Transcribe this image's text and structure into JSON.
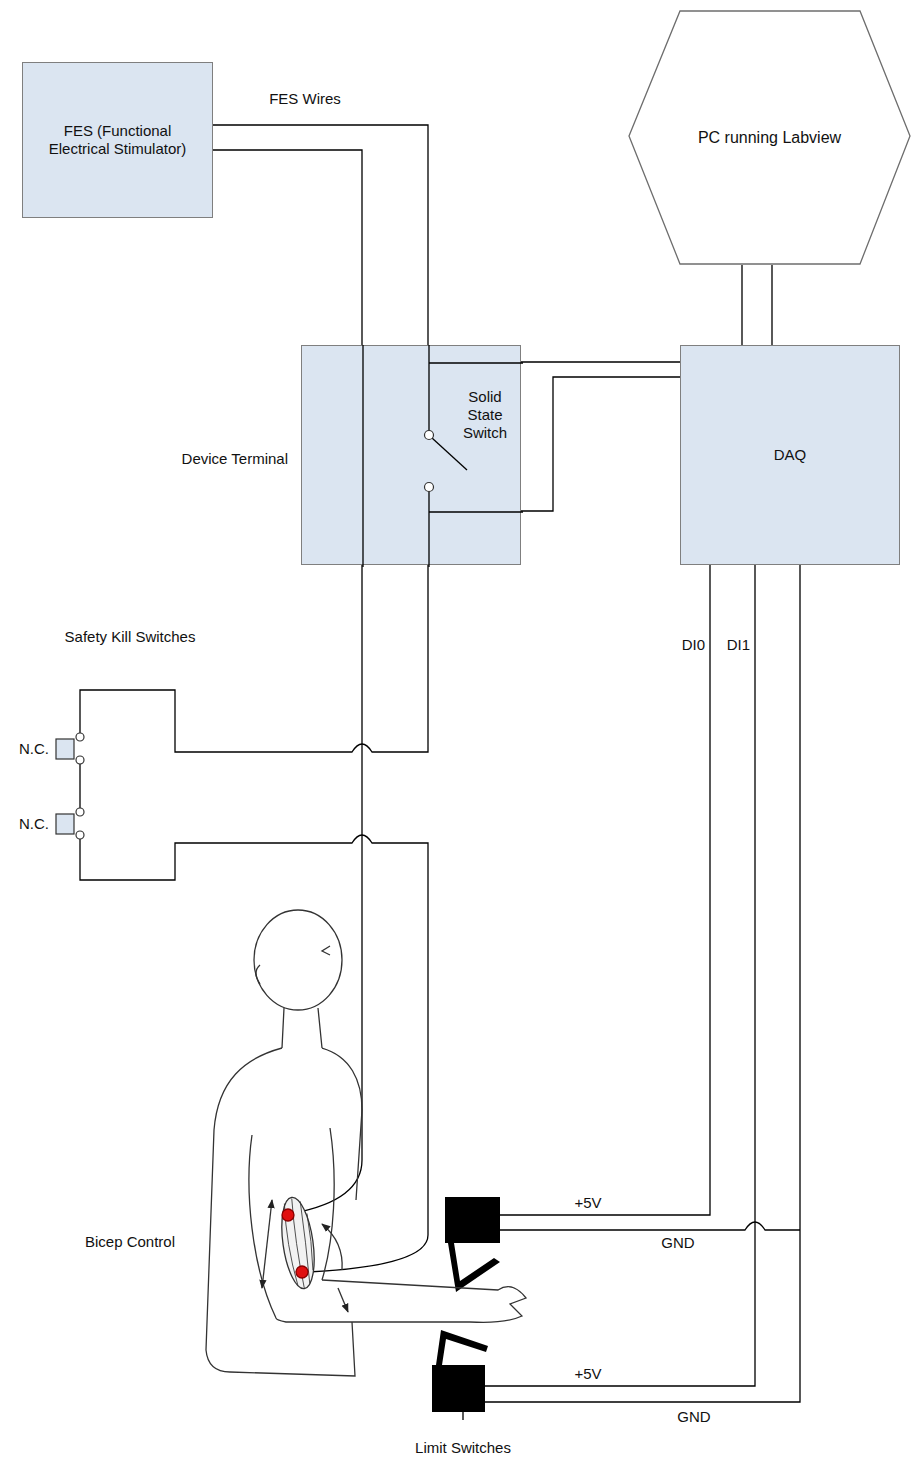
{
  "diagram": {
    "nodes": [
      {
        "text": [
          "FES (Functional Electrical Stimulator)"
        ]
      },
      {
        "text": [
          "PC running Labview"
        ]
      },
      {
        "text": [
          "Device Terminal",
          "Solid State Switch"
        ]
      },
      {
        "text": [
          "DAQ"
        ]
      }
    ],
    "edges": [
      {
        "from": 0,
        "to": 2,
        "label": "FES Wires",
        "arrow": "none"
      },
      {
        "from": 2,
        "to": 3,
        "arrow": "none"
      },
      {
        "from": 3,
        "to": 1,
        "arrow": "none"
      }
    ],
    "labels": [
      "Safety Kill Switches",
      "N.C.",
      "N.C.",
      "Bicep Control",
      "DI0",
      "DI1",
      "+5V",
      "GND",
      "+5V",
      "GND",
      "Limit Switches"
    ]
  }
}
